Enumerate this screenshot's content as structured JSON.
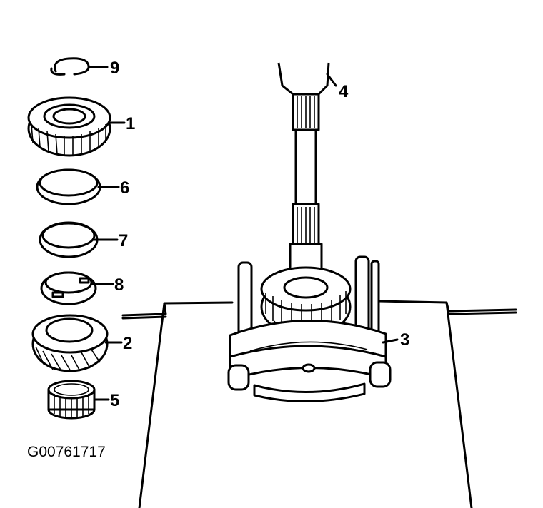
{
  "figure_id": "G00761717",
  "callouts": {
    "snap_ring": "9",
    "gear_assembly": "1",
    "ring_6": "6",
    "ring_7": "7",
    "ring_8": "8",
    "gear": "2",
    "bearing": "5",
    "puller": "3",
    "shaft": "4"
  },
  "colors": {
    "line": "#000000",
    "background": "#ffffff"
  }
}
